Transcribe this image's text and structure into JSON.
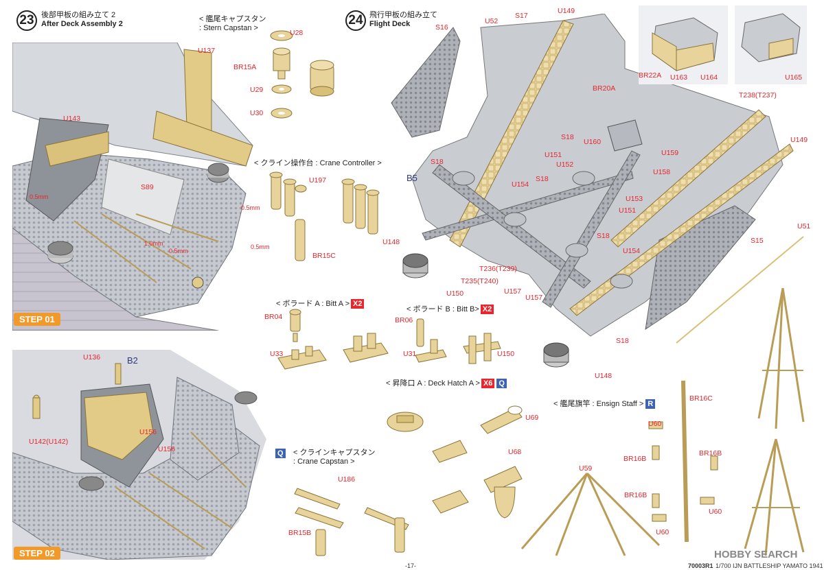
{
  "step23": {
    "number": "23",
    "title_jp": "後部甲板の組み立て 2",
    "title_en": "After Deck Assembly 2"
  },
  "step24": {
    "number": "24",
    "title_jp": "飛行甲板の組み立て",
    "title_en": "Flight Deck"
  },
  "step_buttons": [
    "STEP 01",
    "STEP 02"
  ],
  "sections": {
    "stern_capstan_jp": "< 艦尾キャプスタン",
    "stern_capstan_en": ": Stern Capstan >",
    "crane_controller": "< クライン操作台 : Crane Controller >",
    "bitt_a": "< ボラード A : Bitt A >",
    "bitt_a_qty": "X2",
    "bitt_b": "< ボラード B : Bitt B>",
    "bitt_b_qty": "X2",
    "deck_hatch": "< 昇降口 A : Deck Hatch A >",
    "deck_hatch_qty": "X6",
    "deck_hatch_badge": "Q",
    "crane_capstan_jp": "< クラインキャプスタン",
    "crane_capstan_en": ": Crane Capstan >",
    "crane_capstan_badge": "Q",
    "ensign_staff": "< 艦尾旗竿 : Ensign Staff >",
    "ensign_staff_badge": "R",
    "b5": "B5",
    "b2": "B2"
  },
  "labels": {
    "u137": "U137",
    "u143": "U143",
    "s89": "S89",
    "mm1": "0.5mm",
    "mm2": "0.5mm",
    "mm3": "1.0mm",
    "mm4": "0.5mm",
    "mm5": "0.5mm",
    "u28": "U28",
    "br15a": "BR15A",
    "u29": "U29",
    "u30": "U30",
    "u197": "U197",
    "br15c": "BR15C",
    "br04": "BR04",
    "u33": "U33",
    "br06": "BR06",
    "u31": "U31",
    "u136": "U136",
    "u142": "U142(U142)",
    "u156a": "U156",
    "u156b": "U156",
    "u186": "U186",
    "br15b": "BR15B",
    "u69": "U69",
    "u68": "U68",
    "s16": "S16",
    "u52": "U52",
    "s17": "S17",
    "u149a": "U149",
    "br22a": "BR22A",
    "u163": "U163",
    "u164": "U164",
    "u165": "U165",
    "br20a": "BR20A",
    "t238": "T238(T237)",
    "s18a": "S18",
    "s18b": "S18",
    "s18c": "S18",
    "s18d": "S18",
    "s18e": "S18",
    "u160": "U160",
    "u159": "U159",
    "u151a": "U151",
    "u152": "U152",
    "u158": "U158",
    "u149b": "U149",
    "u154a": "U154",
    "u153": "U153",
    "u151b": "U151",
    "u148a": "U148",
    "u148b": "U148",
    "t236": "T236(T239)",
    "t235": "T235(T240)",
    "u150a": "U150",
    "u150b": "U150",
    "u157a": "U157",
    "u157b": "U157",
    "u154b": "U154",
    "s15": "S15",
    "u51": "U51",
    "u59": "U59",
    "br16c": "BR16C",
    "u60a": "U60",
    "u60b": "U60",
    "u60c": "U60",
    "br16b1": "BR16B",
    "br16b2": "BR16B",
    "br16b3": "BR16B"
  },
  "footer": {
    "page": "-17-",
    "code": "70003R1",
    "model": "1/700 IJN BATTLESHIP YAMATO 1941",
    "watermark": "HOBBY SEARCH"
  },
  "colors": {
    "accent_red": "#e8262d",
    "step_orange": "#f19a2a",
    "badge_blue": "#3e63b3",
    "brass": "#e8d49a",
    "deck_grey": "#c9ccd1"
  }
}
